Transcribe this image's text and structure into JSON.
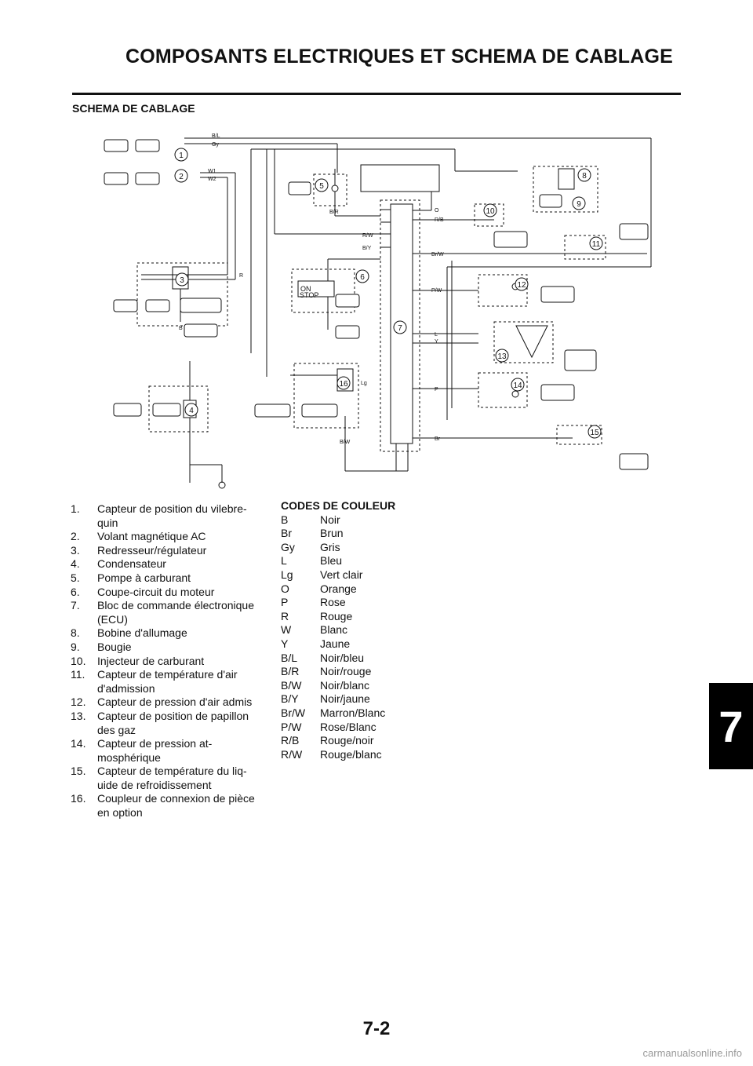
{
  "header": {
    "title": "COMPOSANTS ELECTRIQUES ET SCHEMA DE CABLAGE",
    "section": "SCHEMA DE CABLAGE"
  },
  "diagram": {
    "wire_labels": [
      "B/L",
      "Gy",
      "W1",
      "W2",
      "R",
      "B",
      "B/R",
      "R/W",
      "B/Y",
      "O",
      "R/B",
      "Br/W",
      "P/W",
      "L",
      "Y",
      "P",
      "Br",
      "Lg",
      "B/W"
    ],
    "switch_labels": {
      "on": "ON",
      "stop": "STOP"
    },
    "callouts": [
      "1",
      "2",
      "3",
      "4",
      "5",
      "6",
      "7",
      "8",
      "9",
      "10",
      "11",
      "12",
      "13",
      "14",
      "15",
      "16"
    ]
  },
  "legend": {
    "items": [
      {
        "num": "1.",
        "text": "Capteur de position du vilebre-quin"
      },
      {
        "num": "2.",
        "text": "Volant magnétique AC"
      },
      {
        "num": "3.",
        "text": "Redresseur/régulateur"
      },
      {
        "num": "4.",
        "text": "Condensateur"
      },
      {
        "num": "5.",
        "text": "Pompe à carburant"
      },
      {
        "num": "6.",
        "text": "Coupe-circuit du moteur"
      },
      {
        "num": "7.",
        "text": "Bloc de commande électronique (ECU)"
      },
      {
        "num": "8.",
        "text": "Bobine d'allumage"
      },
      {
        "num": "9.",
        "text": "Bougie"
      },
      {
        "num": "10.",
        "text": "Injecteur de carburant"
      },
      {
        "num": "11.",
        "text": "Capteur de température d'air d'admission"
      },
      {
        "num": "12.",
        "text": "Capteur de pression d'air admis"
      },
      {
        "num": "13.",
        "text": "Capteur de position de papillon des gaz"
      },
      {
        "num": "14.",
        "text": "Capteur de pression at-mosphérique"
      },
      {
        "num": "15.",
        "text": "Capteur de température du liq-uide de refroidissement"
      },
      {
        "num": "16.",
        "text": "Coupleur de connexion de pièce en option"
      }
    ]
  },
  "color_codes": {
    "heading": "CODES DE COULEUR",
    "rows": [
      {
        "code": "B",
        "name": "Noir"
      },
      {
        "code": "Br",
        "name": "Brun"
      },
      {
        "code": "Gy",
        "name": "Gris"
      },
      {
        "code": "L",
        "name": "Bleu"
      },
      {
        "code": "Lg",
        "name": "Vert clair"
      },
      {
        "code": "O",
        "name": "Orange"
      },
      {
        "code": "P",
        "name": "Rose"
      },
      {
        "code": "R",
        "name": "Rouge"
      },
      {
        "code": "W",
        "name": "Blanc"
      },
      {
        "code": "Y",
        "name": "Jaune"
      },
      {
        "code": "B/L",
        "name": "Noir/bleu"
      },
      {
        "code": "B/R",
        "name": "Noir/rouge"
      },
      {
        "code": "B/W",
        "name": "Noir/blanc"
      },
      {
        "code": "B/Y",
        "name": "Noir/jaune"
      },
      {
        "code": "Br/W",
        "name": "Marron/Blanc"
      },
      {
        "code": "P/W",
        "name": "Rose/Blanc"
      },
      {
        "code": "R/B",
        "name": "Rouge/noir"
      },
      {
        "code": "R/W",
        "name": "Rouge/blanc"
      }
    ]
  },
  "footer": {
    "chapter": "7",
    "page_number": "7-2",
    "watermark": "carmanualsonline.info"
  }
}
